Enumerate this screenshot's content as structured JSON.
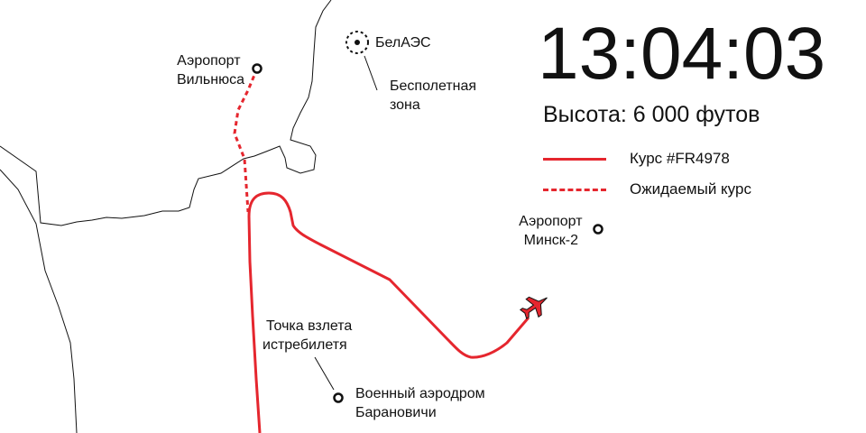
{
  "clock": {
    "time": "13:04:03"
  },
  "altitude": {
    "text": "Высота: 6 000 футов"
  },
  "legend": {
    "course_label": "Курс #FR4978",
    "expected_label": "Ожидаемый курс"
  },
  "colors": {
    "route": "#e5262e",
    "border": "#111111",
    "text": "#111111"
  },
  "map": {
    "vilnius_airport": [
      "Аэропорт",
      "Вильнюса"
    ],
    "belaes": "БелАЭС",
    "no_fly_zone": [
      "Бесполетная",
      "зона"
    ],
    "minsk_airport": [
      "Аэропорт",
      "Минск-2"
    ],
    "fighter_takeoff": [
      "Точка взлета",
      "истребилетя"
    ],
    "baranovichi_airfield": [
      "Военный аэродром",
      "Барановичи"
    ]
  },
  "icons": {
    "aircraft": "airplane-icon",
    "airport": "circle-marker-icon",
    "npp": "target-icon"
  }
}
